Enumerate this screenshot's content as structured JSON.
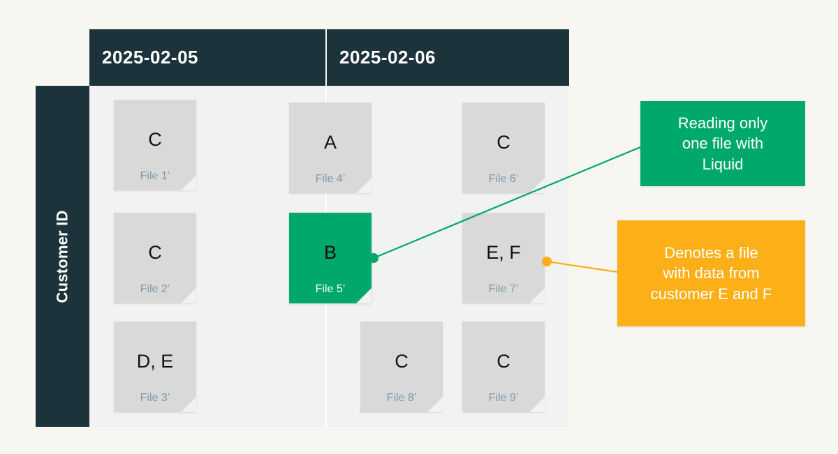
{
  "page": {
    "background_color": "#f7f6f1",
    "grid_background_color": "#f1f2f2"
  },
  "axis": {
    "label": "Customer ID",
    "background_color": "#1c333b",
    "text_color": "#ffffff"
  },
  "columns": [
    {
      "label": "2025-02-05"
    },
    {
      "label": "2025-02-06"
    }
  ],
  "header": {
    "background_color": "#1c333b",
    "text_color": "#ffffff"
  },
  "cards": [
    {
      "id": "file-1",
      "letter": "C",
      "filename": "File 1’",
      "column": 0,
      "sub": 0,
      "row": 0,
      "highlighted": false
    },
    {
      "id": "file-2",
      "letter": "C",
      "filename": "File 2’",
      "column": 0,
      "sub": 0,
      "row": 1,
      "highlighted": false
    },
    {
      "id": "file-3",
      "letter": "D, E",
      "filename": "File 3’",
      "column": 0,
      "sub": 0,
      "row": 2,
      "highlighted": false
    },
    {
      "id": "file-4",
      "letter": "A",
      "filename": "File 4’",
      "column": 1,
      "sub": 0,
      "row": 0,
      "highlighted": false
    },
    {
      "id": "file-5",
      "letter": "B",
      "filename": "File 5’",
      "column": 1,
      "sub": 0,
      "row": 1,
      "highlighted": true
    },
    {
      "id": "file-6",
      "letter": "C",
      "filename": "File 6’",
      "column": 1,
      "sub": 1,
      "row": 0,
      "highlighted": false
    },
    {
      "id": "file-7",
      "letter": "E, F",
      "filename": "File 7’",
      "column": 1,
      "sub": 1,
      "row": 1,
      "highlighted": false
    },
    {
      "id": "file-8",
      "letter": "C",
      "filename": "File 8’",
      "column": 1,
      "sub": 0,
      "row": 2,
      "highlighted": false
    },
    {
      "id": "file-9",
      "letter": "C",
      "filename": "File 9’",
      "column": 1,
      "sub": 1,
      "row": 2,
      "highlighted": false
    }
  ],
  "callouts": {
    "green": {
      "lines": [
        "Reading only",
        "one file with",
        "Liquid"
      ],
      "color": "#00a86b",
      "text_color": "#ffffff",
      "anchor_card": "file-5"
    },
    "orange": {
      "lines": [
        "Denotes a file",
        "with data from",
        "customer E and F"
      ],
      "color": "#fcaf17",
      "text_color": "#ffffff",
      "anchor_card": "file-7"
    }
  },
  "connectors": [
    {
      "name": "green-connector",
      "color": "#00a86b",
      "from": [
        535,
        370
      ],
      "to": [
        917,
        211
      ]
    },
    {
      "name": "orange-connector",
      "color": "#fcaf17",
      "from": [
        783,
        375
      ],
      "to": [
        884,
        390
      ]
    }
  ]
}
